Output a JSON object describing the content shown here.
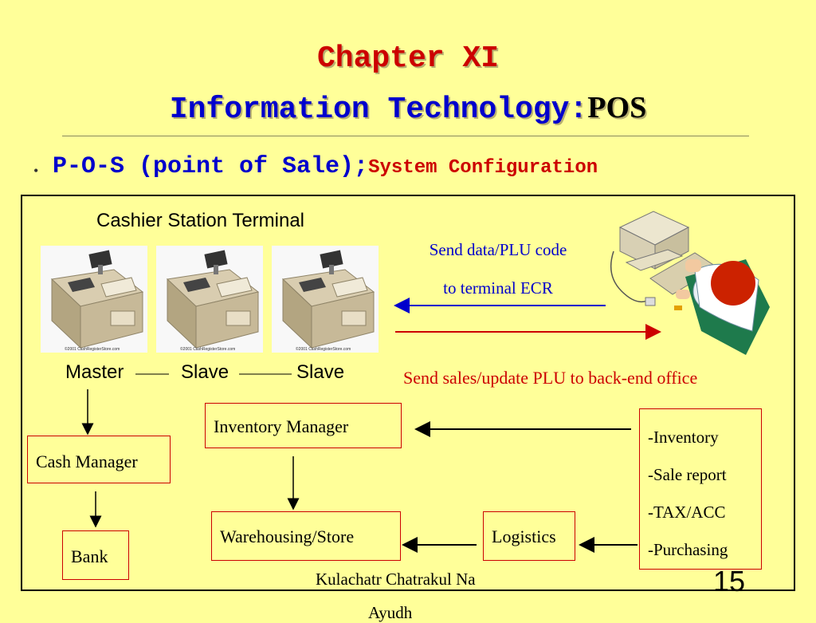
{
  "title": {
    "line1": "Chapter XI",
    "line2_main": "Information Technology:",
    "line2_tail": "POS"
  },
  "bullet": {
    "main": "P-O-S (point of Sale);",
    "sub": "System Configuration"
  },
  "diagram": {
    "terminal_heading": "Cashier Station Terminal",
    "image_caption": "©2001 CashRegisterStore.com",
    "terminal_labels": [
      "Master",
      "Slave",
      "Slave"
    ],
    "send_to_ecr": [
      "Send data/PLU code",
      "to terminal ECR"
    ],
    "send_to_back": "Send sales/update PLU to back-end office",
    "inventory_manager": "Inventory Manager",
    "cash_manager": "Cash Manager",
    "bank": "Bank",
    "warehousing": "Warehousing/Store",
    "logistics": "Logistics",
    "backoffice_items": [
      "-Inventory",
      "-Sale  report",
      "-TAX/ACC",
      "-Purchasing"
    ]
  },
  "footer": {
    "author_line1": "Kulachatr Chatrakul Na",
    "author_line2": "Ayudh",
    "page_number": "15"
  },
  "colors": {
    "background": "#ffff99",
    "title_red": "#cc0000",
    "title_blue": "#0000cc"
  }
}
